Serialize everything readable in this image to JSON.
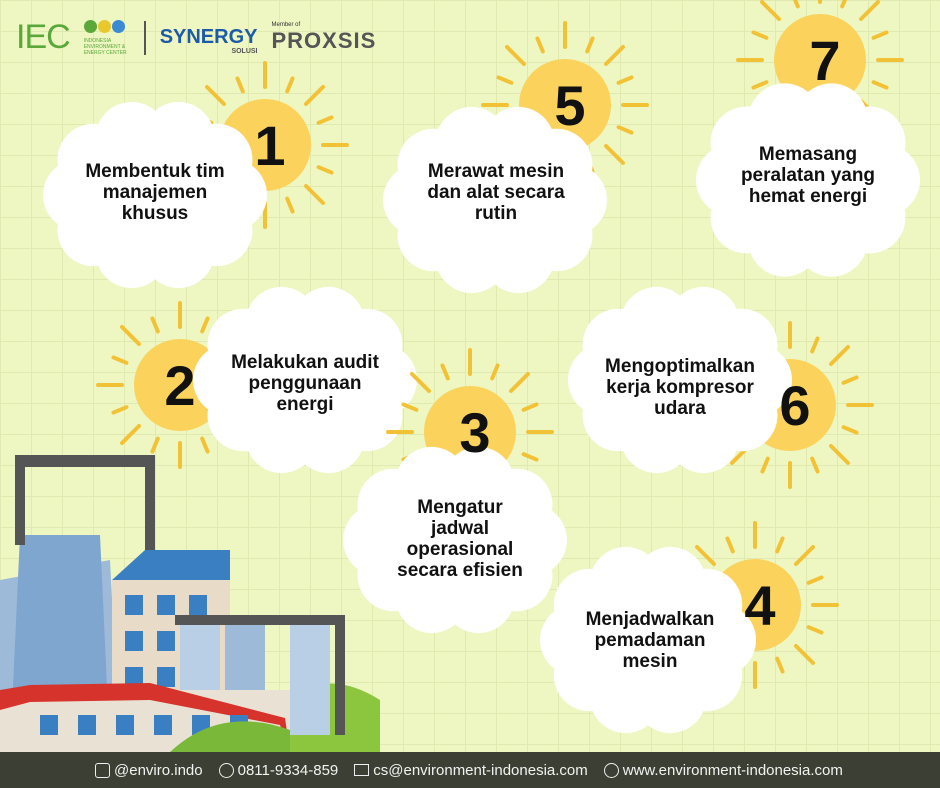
{
  "header": {
    "iec_logo": "IEC",
    "iec_subtitle": "INDONESIA ENVIRONMENT & ENERGY CENTER",
    "synergy_logo": "SYNERGY",
    "synergy_sub": "SOLUSI",
    "member_of": "Member of",
    "proxsis_logo": "PROXSIS"
  },
  "colors": {
    "background": "#eef6c2",
    "sun": "#fbd35c",
    "ray": "#f2c236",
    "cloud": "#ffffff",
    "footer": "#3c3f33"
  },
  "steps": [
    {
      "number": "1",
      "text": [
        "Membentuk tim",
        "manajemen",
        "khusus"
      ]
    },
    {
      "number": "2",
      "text": [
        "Melakukan audit",
        "penggunaan",
        "energi"
      ]
    },
    {
      "number": "3",
      "text": [
        "Mengatur",
        "jadwal",
        "operasional",
        "secara efisien"
      ]
    },
    {
      "number": "4",
      "text": [
        "Menjadwalkan",
        "pemadaman",
        "mesin"
      ]
    },
    {
      "number": "5",
      "text": [
        "Merawat mesin",
        "dan alat secara",
        "rutin"
      ]
    },
    {
      "number": "6",
      "text": [
        "Mengoptimalkan",
        "kerja kompresor",
        "udara"
      ]
    },
    {
      "number": "7",
      "text": [
        "Memasang",
        "peralatan yang",
        "hemat energi"
      ]
    }
  ],
  "footer": {
    "instagram_icon": "instagram-icon",
    "instagram": "@enviro.indo",
    "whatsapp_icon": "whatsapp-icon",
    "phone": "0811-9334-859",
    "mail_icon": "mail-icon",
    "email": "cs@environment-indonesia.com",
    "globe_icon": "globe-icon",
    "website": "www.environment-indonesia.com"
  }
}
